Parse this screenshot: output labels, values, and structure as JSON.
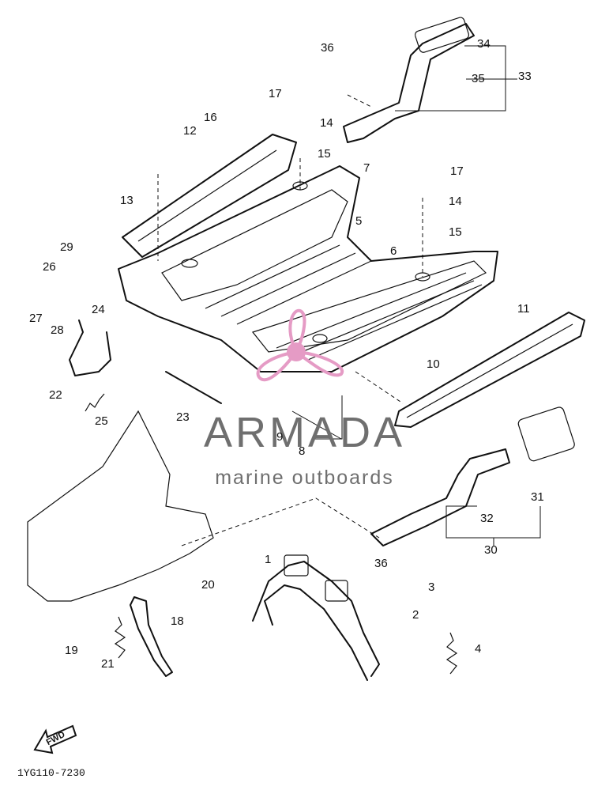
{
  "diagram_code": "1YG110-7230",
  "watermark": {
    "name": "ARMADA",
    "tagline": "marine outboards",
    "color": "#e59bc5"
  },
  "direction_arrow": "FWD",
  "callouts": [
    "1",
    "2",
    "3",
    "4",
    "5",
    "6",
    "7",
    "8",
    "9",
    "10",
    "11",
    "12",
    "13",
    "14",
    "14",
    "15",
    "15",
    "16",
    "17",
    "17",
    "18",
    "19",
    "20",
    "21",
    "22",
    "23",
    "24",
    "25",
    "26",
    "27",
    "28",
    "29",
    "30",
    "31",
    "32",
    "33",
    "34",
    "35",
    "36",
    "36"
  ]
}
